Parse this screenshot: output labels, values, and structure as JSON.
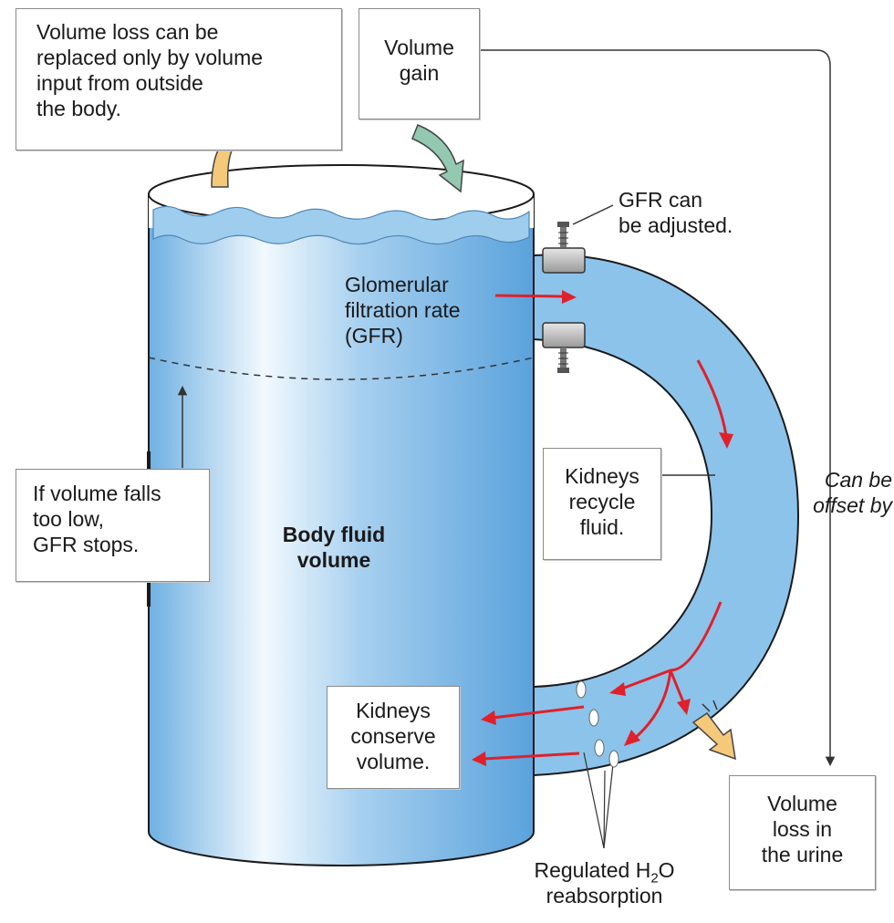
{
  "labels": {
    "volume_loss_replaced": [
      "Volume loss can be",
      "replaced only by volume",
      "input from outside",
      "the body."
    ],
    "volume_gain": [
      "Volume",
      "gain"
    ],
    "gfr_adjusted": [
      "GFR can",
      "be adjusted."
    ],
    "gfr": [
      "Glomerular",
      "filtration rate",
      "(GFR)"
    ],
    "kidneys_recycle": [
      "Kidneys",
      "recycle",
      "fluid."
    ],
    "can_be_offset": [
      "Can be",
      "offset by"
    ],
    "volume_falls": [
      "If volume falls",
      "too low,",
      "GFR stops."
    ],
    "body_fluid_volume": [
      "Body fluid",
      "volume"
    ],
    "kidneys_conserve": [
      "Kidneys",
      "conserve",
      "volume."
    ],
    "volume_loss_urine": [
      "Volume",
      "loss in",
      "the urine"
    ],
    "regulated_h2o": {
      "line1_prefix": "Regulated H",
      "subscript": "2",
      "line1_suffix": "O",
      "line2": "reabsorption"
    }
  },
  "colors": {
    "fluid": "#7fb8e6",
    "fluid_light": "#e8f4fc",
    "fluid_dark": "#5aa2dc",
    "arrow_red": "#e0202a",
    "arrow_orange": "#f5c97a",
    "arrow_green": "#93c9b0",
    "clamp": "#bcbcbc",
    "line": "#444444"
  }
}
